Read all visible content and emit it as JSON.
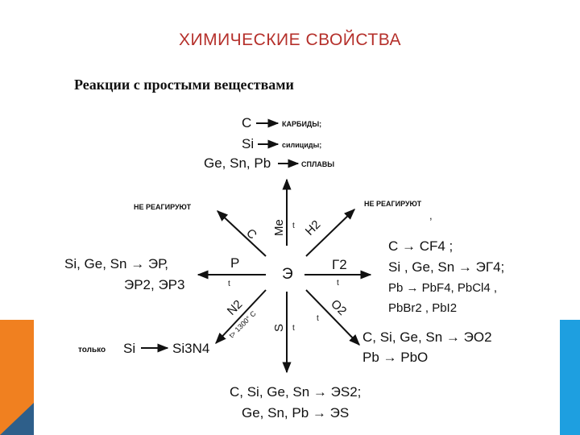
{
  "slide": {
    "title": "ХИМИЧЕСКИЕ СВОЙСТВА",
    "subtitle": "Реакции с простыми веществами"
  },
  "scheme": {
    "center": "Э",
    "top_block": {
      "row1_left": "C",
      "row1_right": "КАРБИДЫ;",
      "row2_left": "Si",
      "row2_right": "силициды;",
      "row3_left": "Ge, Sn, Pb",
      "row3_right": "СПЛАВЫ"
    },
    "no_react_left": "НЕ РЕАГИРУЮТ",
    "no_react_right": "НЕ РЕАГИРУЮТ",
    "ray_labels": {
      "me": "Me",
      "c": "C",
      "h2": "H2",
      "p": "P",
      "halogen": "Г2",
      "n2": "N2",
      "n2_cond": "t> 1300° C",
      "s": "S",
      "o2": "O2",
      "t": "t"
    },
    "left_block": {
      "line1": "Si, Ge, Sn → ЭР,",
      "line2": "ЭР2, ЭР3"
    },
    "right_block": {
      "line1": "C → CF4 ;",
      "line2": "Si , Ge, Sn → ЭГ4;",
      "line3": "Pb → PbF4, PbCl4 ,",
      "line4": "PbBr2 , PbI2"
    },
    "bottom_left": {
      "prefix": "только",
      "reactant": "Si",
      "product": "Si3N4"
    },
    "bottom_right": {
      "line1": "C, Si, Ge, Sn → ЭО2",
      "line2": "Pb → PbO"
    },
    "bottom_block": {
      "line1": "C, Si, Ge, Sn → ЭS2;",
      "line2": "Ge, Sn, Pb → ЭS"
    }
  }
}
